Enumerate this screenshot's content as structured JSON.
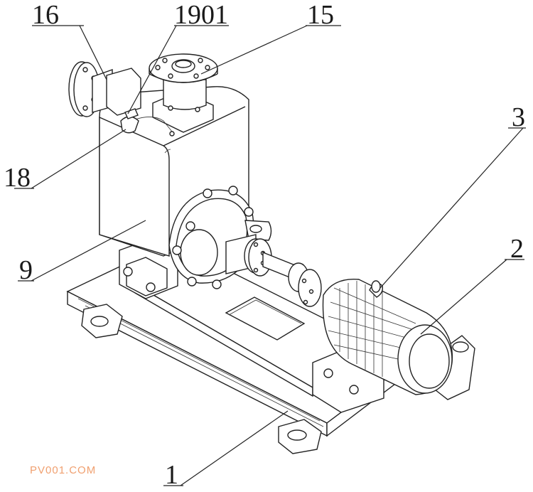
{
  "labels": {
    "l16": "16",
    "l1901": "1901",
    "l15": "15",
    "l3": "3",
    "l18": "18",
    "l2": "2",
    "l9": "9",
    "l1": "1"
  },
  "watermark": "PV001.COM"
}
